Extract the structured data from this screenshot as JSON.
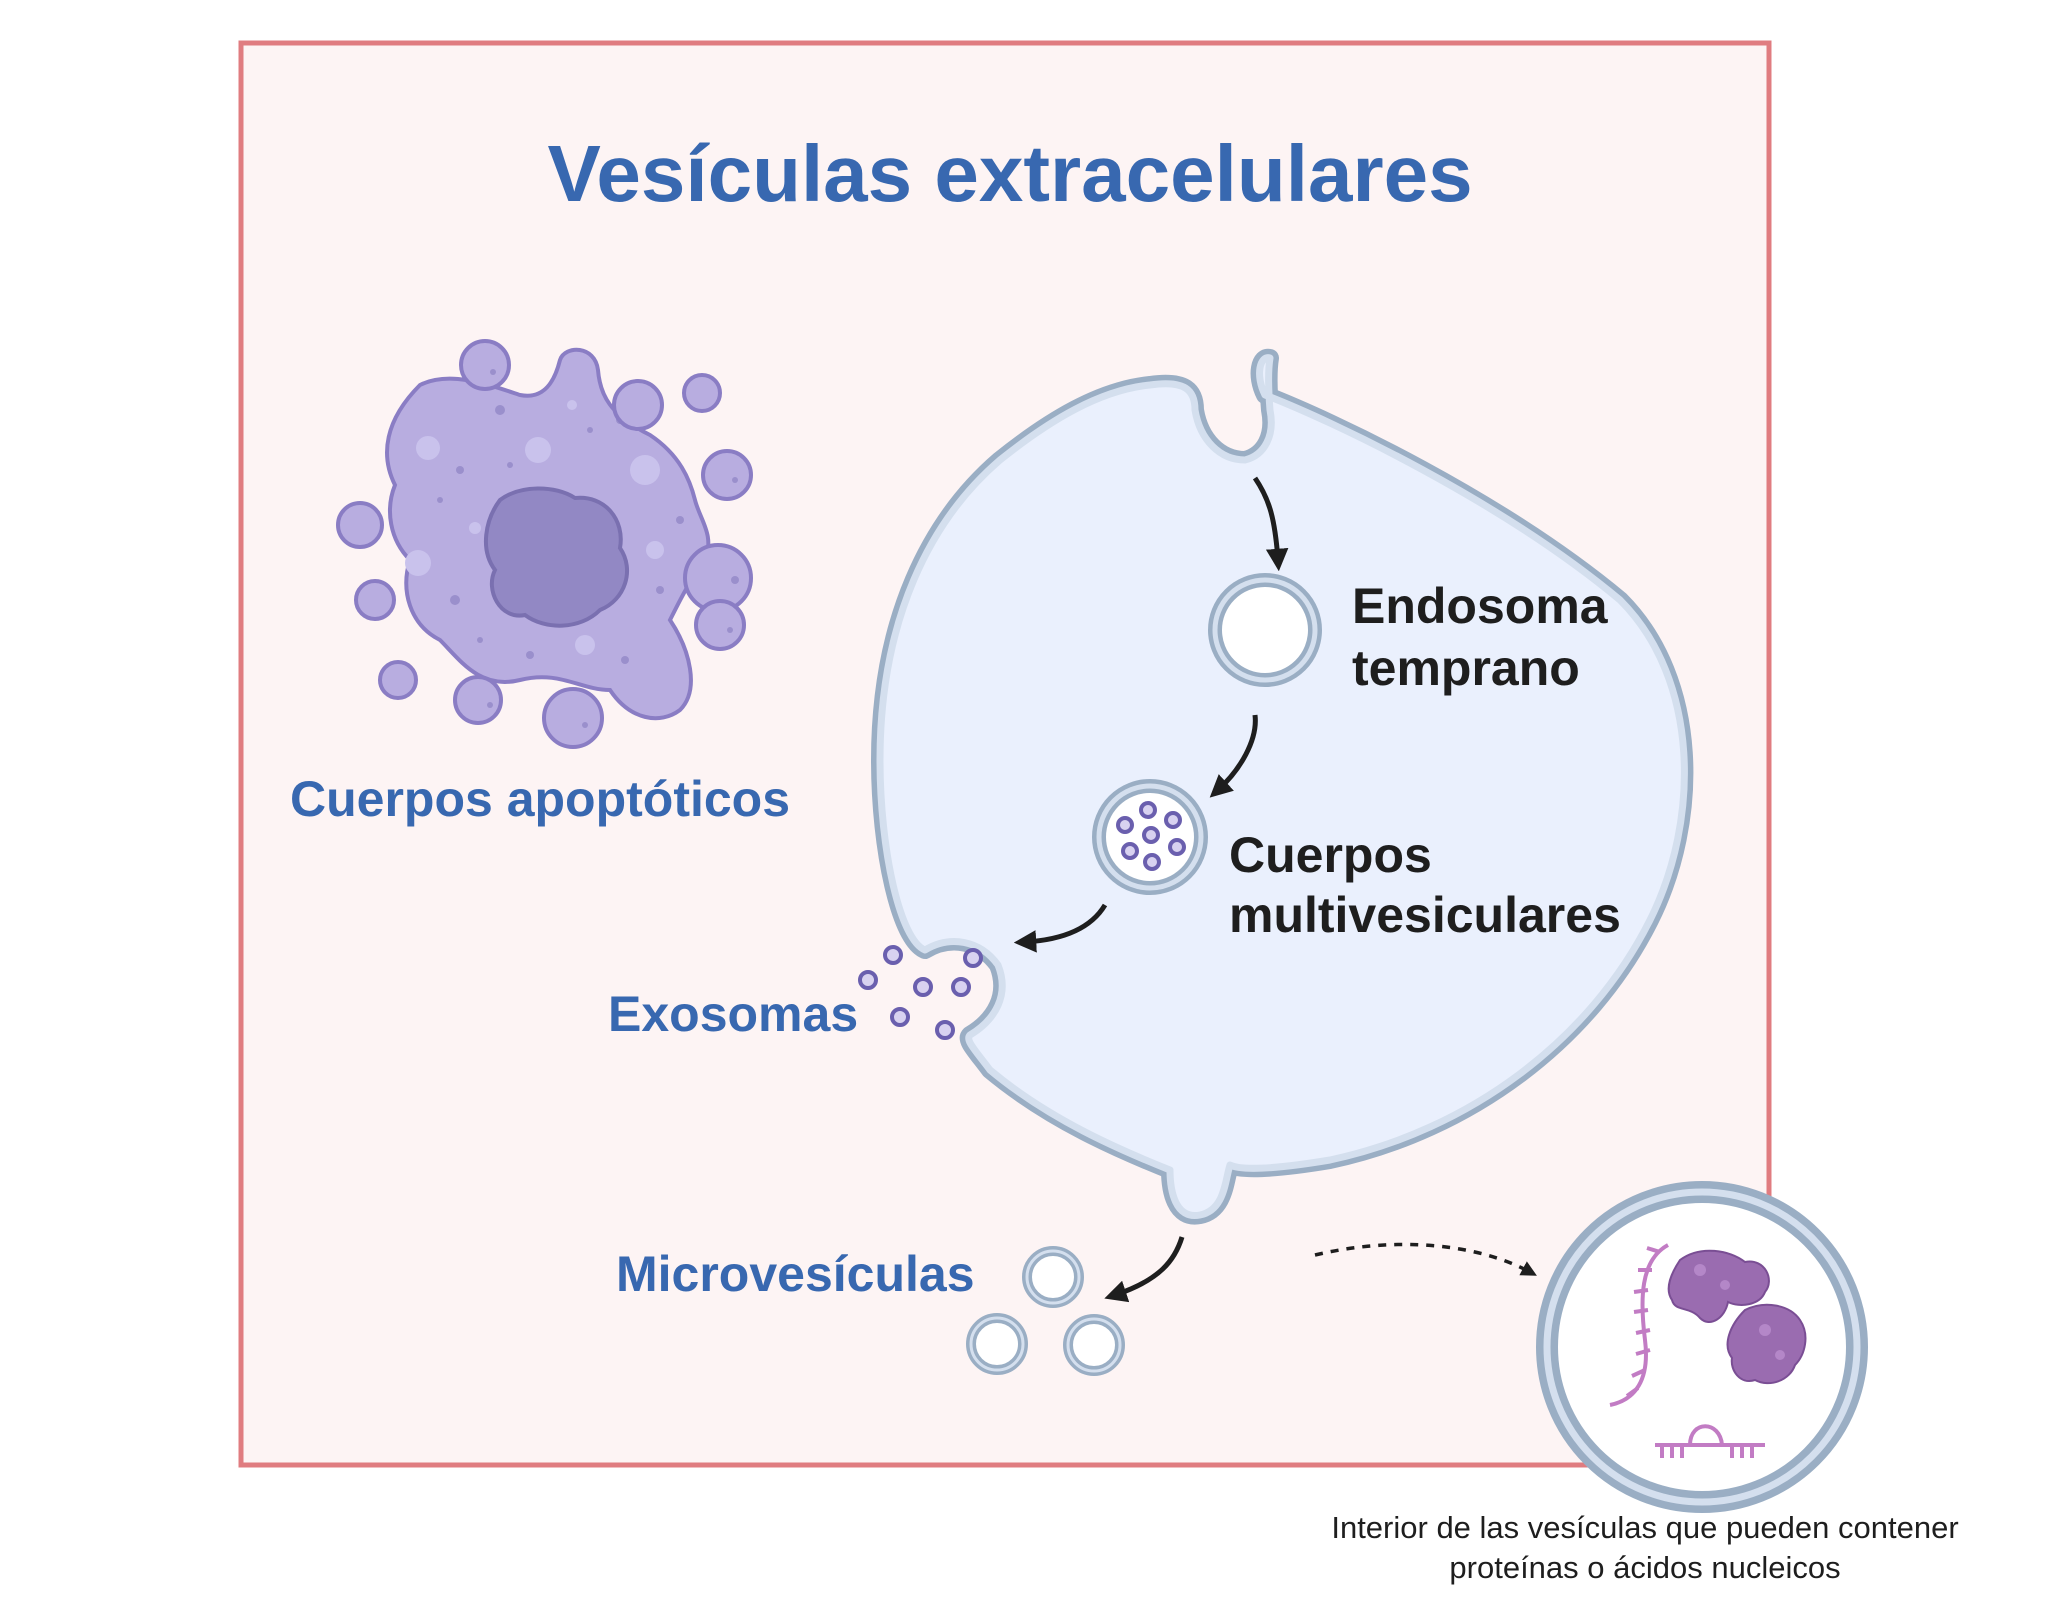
{
  "title": "Vesículas extracelulares",
  "labels": {
    "apoptotic_bodies": "Cuerpos apoptóticos",
    "early_endosome_line1": "Endosoma",
    "early_endosome_line2": "temprano",
    "mvb_line1": "Cuerpos",
    "mvb_line2": "multivesiculares",
    "exosomes": "Exosomas",
    "microvesicles": "Microvesículas"
  },
  "note": {
    "line1": "Interior de las vesículas que pueden contener",
    "line2": "proteínas o ácidos nucleicos"
  },
  "colors": {
    "frame_border": "#e07c80",
    "frame_fill": "#fdf4f4",
    "title": "#3868b0",
    "cell_fill": "#eaf0fd",
    "membrane": "#9aaec4",
    "apoptotic_fill": "#b8ade0",
    "nucleus": "#9288c4",
    "protein": "#9a6cb0",
    "nucleic_acid": "#c27cc4"
  },
  "icons": [
    "apoptotic-cell-icon",
    "cell-membrane-icon",
    "early-endosome-icon",
    "multivesicular-body-icon",
    "exosome-icon",
    "microvesicle-icon",
    "protein-icon",
    "rna-icon",
    "arrow-icon"
  ]
}
